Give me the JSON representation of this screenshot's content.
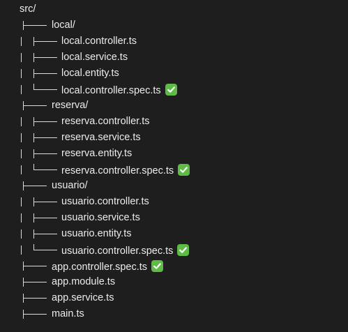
{
  "root": "src/",
  "entries": [
    {
      "name": "local/",
      "depth": 1,
      "last": false,
      "checked": false
    },
    {
      "name": "local.controller.ts",
      "depth": 2,
      "last": false,
      "checked": false
    },
    {
      "name": "local.service.ts",
      "depth": 2,
      "last": false,
      "checked": false
    },
    {
      "name": "local.entity.ts",
      "depth": 2,
      "last": false,
      "checked": false
    },
    {
      "name": "local.controller.spec.ts",
      "depth": 2,
      "last": true,
      "checked": true
    },
    {
      "name": "reserva/",
      "depth": 1,
      "last": false,
      "checked": false
    },
    {
      "name": "reserva.controller.ts",
      "depth": 2,
      "last": false,
      "checked": false
    },
    {
      "name": "reserva.service.ts",
      "depth": 2,
      "last": false,
      "checked": false
    },
    {
      "name": "reserva.entity.ts",
      "depth": 2,
      "last": false,
      "checked": false
    },
    {
      "name": "reserva.controller.spec.ts",
      "depth": 2,
      "last": true,
      "checked": true
    },
    {
      "name": "usuario/",
      "depth": 1,
      "last": false,
      "checked": false
    },
    {
      "name": "usuario.controller.ts",
      "depth": 2,
      "last": false,
      "checked": false
    },
    {
      "name": "usuario.service.ts",
      "depth": 2,
      "last": false,
      "checked": false
    },
    {
      "name": "usuario.entity.ts",
      "depth": 2,
      "last": false,
      "checked": false
    },
    {
      "name": "usuario.controller.spec.ts",
      "depth": 2,
      "last": true,
      "checked": true
    },
    {
      "name": "app.controller.spec.ts",
      "depth": 1,
      "last": false,
      "checked": true
    },
    {
      "name": "app.module.ts",
      "depth": 1,
      "last": false,
      "checked": false
    },
    {
      "name": "app.service.ts",
      "depth": 1,
      "last": false,
      "checked": false
    },
    {
      "name": "main.ts",
      "depth": 1,
      "last": false,
      "checked": false
    }
  ],
  "colors": {
    "background": "#1e1e1e",
    "text": "#ececec",
    "lines": "#dcdcdc",
    "check": "#5dbb46"
  },
  "icons": {
    "check": "check-mark-button-icon"
  }
}
